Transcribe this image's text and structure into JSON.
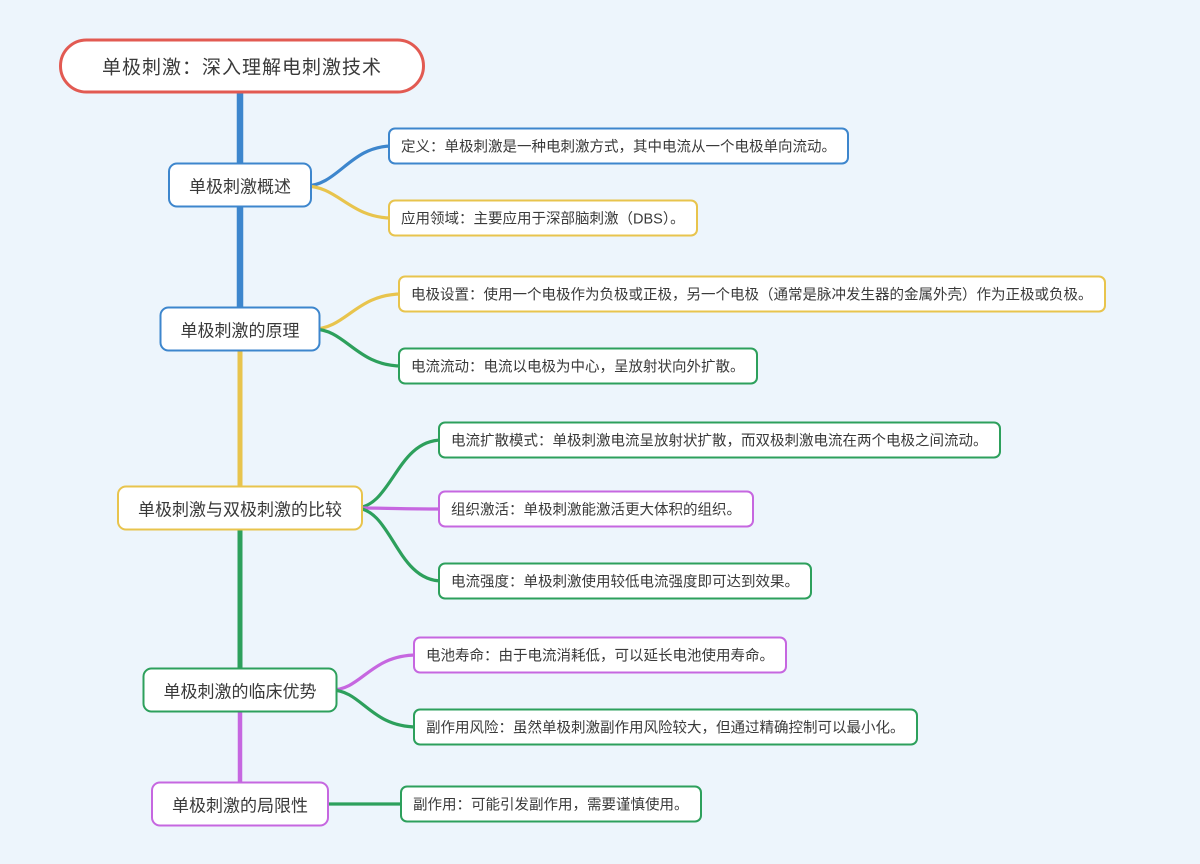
{
  "palette": {
    "background": "#edf5fc",
    "node_fill": "#ffffff",
    "text": "#3a3a3a",
    "red": "#e25a52",
    "blue": "#3d86cd",
    "yellow": "#e8c44d",
    "green": "#2da05c",
    "purple": "#c667e0"
  },
  "mindmap": {
    "root": {
      "label": "单极刺激：深入理解电刺激技术",
      "color": "#e25a52"
    },
    "branches": [
      {
        "label": "单极刺激概述",
        "color": "#3d86cd",
        "children": [
          {
            "label": "定义：单极刺激是一种电刺激方式，其中电流从一个电极单向流动。",
            "color": "#3d86cd"
          },
          {
            "label": "应用领域：主要应用于深部脑刺激（DBS）。",
            "color": "#e8c44d"
          }
        ]
      },
      {
        "label": "单极刺激的原理",
        "color": "#3d86cd",
        "children": [
          {
            "label": "电极设置：使用一个电极作为负极或正极，另一个电极（通常是脉冲发生器的金属外壳）作为正极或负极。",
            "color": "#e8c44d"
          },
          {
            "label": "电流流动：电流以电极为中心，呈放射状向外扩散。",
            "color": "#2da05c"
          }
        ]
      },
      {
        "label": "单极刺激与双极刺激的比较",
        "color": "#e8c44d",
        "children": [
          {
            "label": "电流扩散模式：单极刺激电流呈放射状扩散，而双极刺激电流在两个电极之间流动。",
            "color": "#2da05c"
          },
          {
            "label": "组织激活：单极刺激能激活更大体积的组织。",
            "color": "#c667e0"
          },
          {
            "label": "电流强度：单极刺激使用较低电流强度即可达到效果。",
            "color": "#2da05c"
          }
        ]
      },
      {
        "label": "单极刺激的临床优势",
        "color": "#2da05c",
        "children": [
          {
            "label": "电池寿命：由于电流消耗低，可以延长电池使用寿命。",
            "color": "#c667e0"
          },
          {
            "label": "副作用风险：虽然单极刺激副作用风险较大，但通过精确控制可以最小化。",
            "color": "#2da05c"
          }
        ]
      },
      {
        "label": "单极刺激的局限性",
        "color": "#c667e0",
        "children": [
          {
            "label": "副作用：可能引发副作用，需要谨慎使用。",
            "color": "#2da05c"
          }
        ]
      }
    ]
  }
}
